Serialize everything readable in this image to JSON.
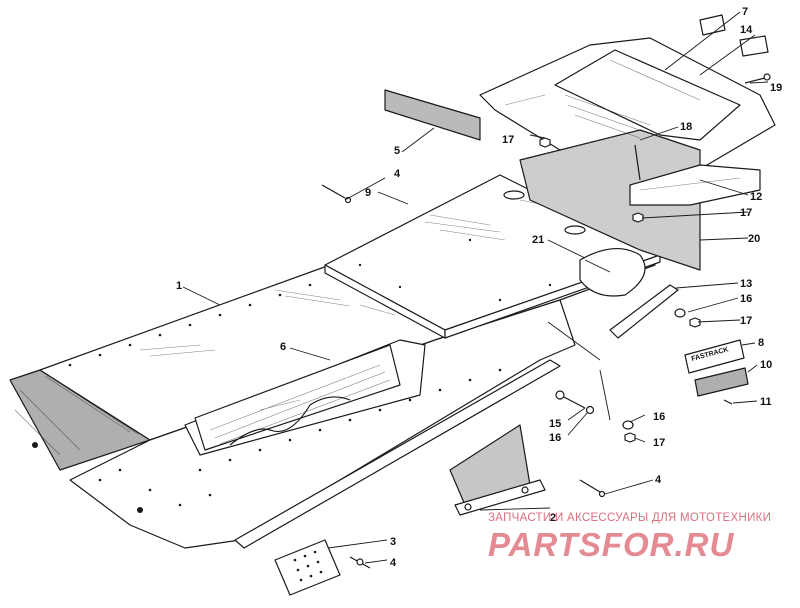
{
  "callouts": {
    "c1": "1",
    "c2": "2",
    "c3": "3",
    "c4a": "4",
    "c4b": "4",
    "c4c": "4",
    "c5": "5",
    "c6": "6",
    "c7": "7",
    "c8": "8",
    "c9": "9",
    "c10": "10",
    "c11": "11",
    "c12": "12",
    "c13": "13",
    "c14": "14",
    "c15": "15",
    "c16a": "16",
    "c16b": "16",
    "c16c": "16",
    "c17a": "17",
    "c17b": "17",
    "c17c": "17",
    "c17d": "17",
    "c18": "18",
    "c19": "19",
    "c20": "20",
    "c21": "21"
  },
  "decal": {
    "brand": "FASTRACK"
  },
  "watermark": {
    "line": "ЗАПЧАСТИ И АКСЕССУАРЫ ДЛЯ МОТОТЕХНИКИ",
    "brand": "PARTSFOR.RU",
    "color": "#e48a93"
  }
}
